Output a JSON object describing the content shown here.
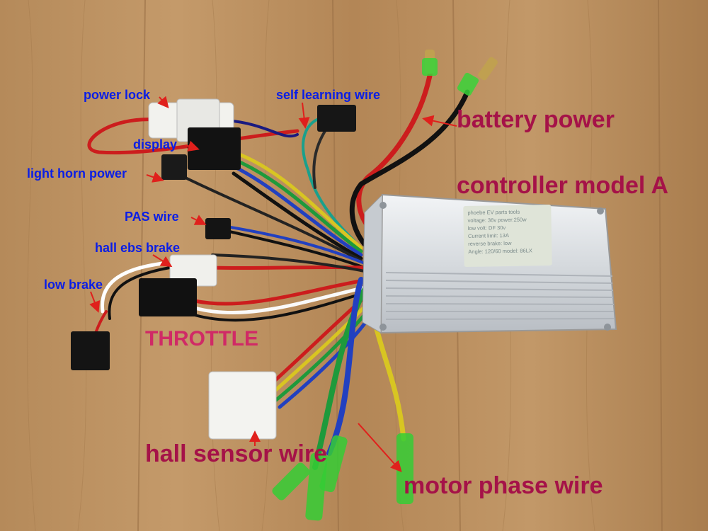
{
  "labels": {
    "power_lock": "power lock",
    "self_learning_wire": "self learning wire",
    "battery_power": "battery power",
    "display": "display",
    "light_horn_power": "light horn power",
    "controller_model": "controller model A",
    "pas_wire": "PAS wire",
    "hall_ebs_brake": "hall ebs brake",
    "low_brake": "low brake",
    "throttle": "THROTTLE",
    "hall_sensor_wire": "hall sensor wire",
    "motor_phase_wire": "motor phase wire"
  },
  "sticker_lines": [
    "phoebe EV parts tools",
    "voltage: 36v  power:250w",
    "low volt: DF 30v",
    "Current limit: 13A",
    "reverse brake: low",
    "Angle: 120/60 model: 86LX"
  ],
  "colors": {
    "label_blue": "#0a1ee6",
    "label_magenta": "#a51248",
    "arrow_red": "#e0201c"
  }
}
